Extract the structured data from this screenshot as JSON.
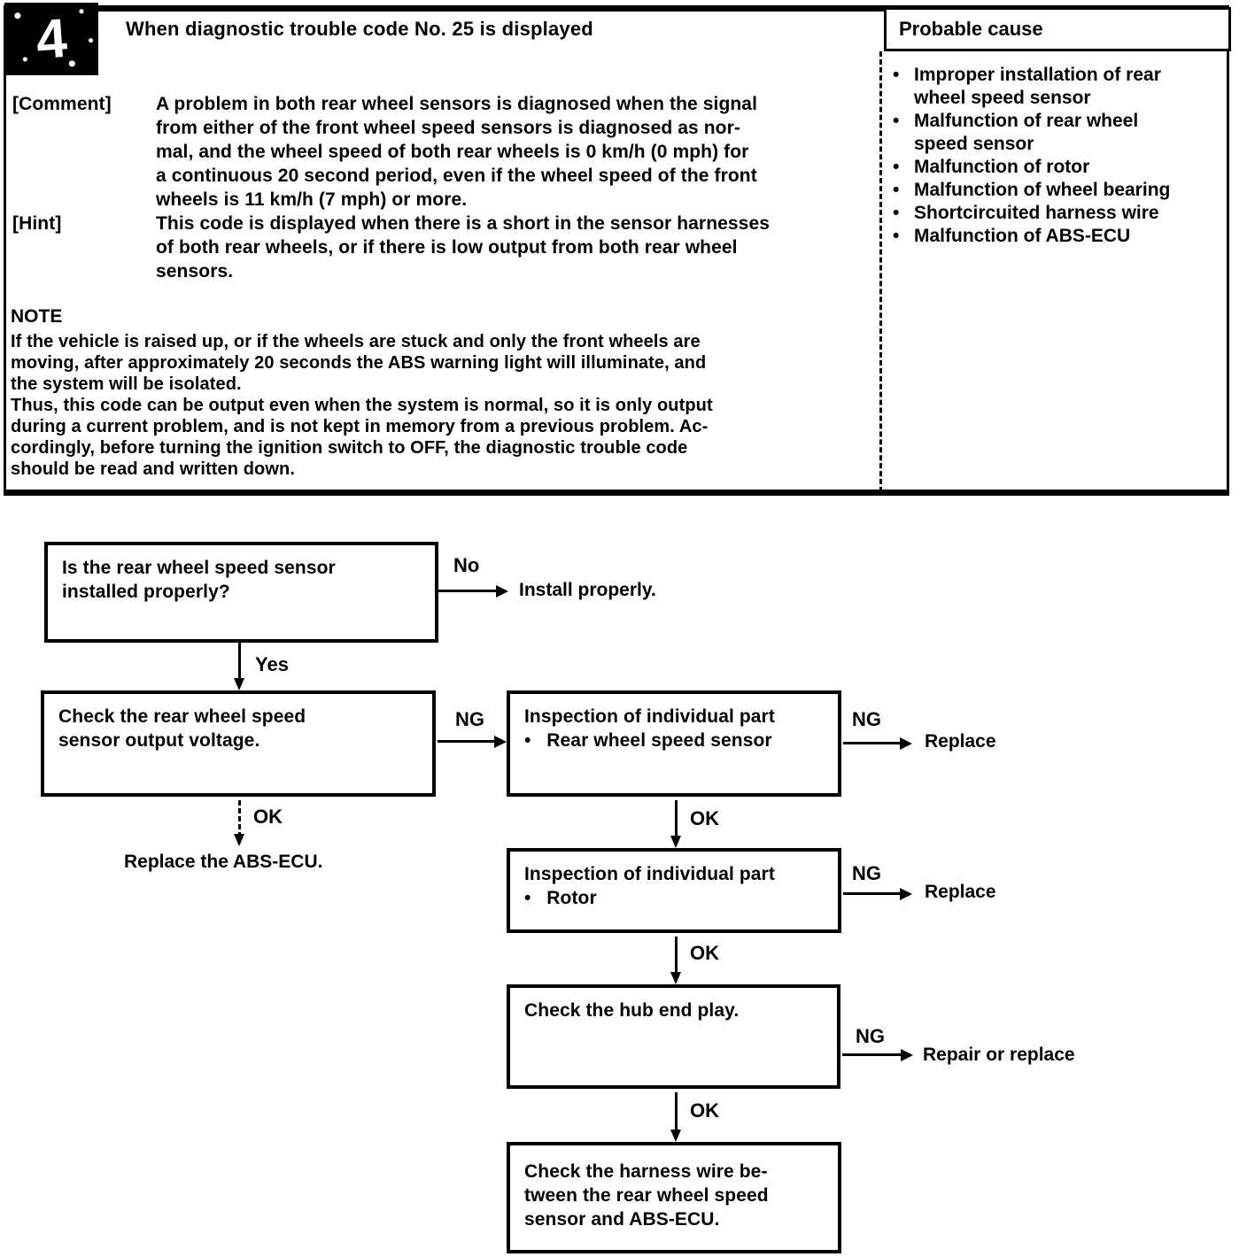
{
  "page": {
    "code_number": "4",
    "title": "When diagnostic trouble code No. 25 is displayed",
    "probable_cause_label": "Probable cause"
  },
  "probable_causes": [
    "Improper installation of rear\nwheel speed sensor",
    "Malfunction of rear wheel\nspeed sensor",
    "Malfunction of rotor",
    "Malfunction of wheel bearing",
    "Shortcircuited harness wire",
    "Malfunction of ABS-ECU"
  ],
  "info": {
    "comment_label": "[Comment]",
    "comment_text": "A problem in both rear wheel sensors is diagnosed when the signal\nfrom either of the front wheel speed sensors is diagnosed as nor-\nmal, and the wheel speed of both rear wheels is 0 km/h (0 mph) for\na continuous 20 second period, even if the wheel speed of the front\nwheels is 11 km/h (7 mph) or more.",
    "hint_label": "[Hint]",
    "hint_text": "This code is displayed when there is a short in the sensor harnesses\nof both rear wheels, or if there is low output from both rear wheel\nsensors.",
    "note_label": "NOTE",
    "note_text": "If the vehicle is raised up, or if the wheels are stuck and only the front wheels are\nmoving, after approximately 20 seconds the ABS warning light will illuminate, and\nthe system will be isolated.\nThus, this code can be output even when the system is normal, so it is only output\nduring a current problem, and is not kept in memory from a previous problem. Ac-\ncordingly, before turning the ignition switch to OFF, the diagnostic trouble code\nshould be read and written down."
  },
  "flowchart": {
    "labels": {
      "yes": "Yes",
      "no": "No",
      "ok": "OK",
      "ng": "NG"
    },
    "boxes": {
      "q_installed": "Is the rear wheel speed sensor\ninstalled properly?",
      "check_voltage": "Check the rear wheel speed\nsensor output voltage.",
      "insp_sensor": "Inspection of individual part\n•   Rear wheel speed sensor",
      "insp_rotor": "Inspection of individual part\n•   Rotor",
      "check_hub": "Check the hub end play.",
      "check_harness": "Check the harness wire be-\ntween the rear wheel speed\nsensor and ABS-ECU."
    },
    "actions": {
      "install_properly": "Install properly.",
      "replace_abs_ecu": "Replace the ABS-ECU.",
      "replace": "Replace",
      "repair_or_replace": "Repair or replace"
    }
  },
  "colors": {
    "ink": "#000000",
    "paper": "#ffffff"
  }
}
